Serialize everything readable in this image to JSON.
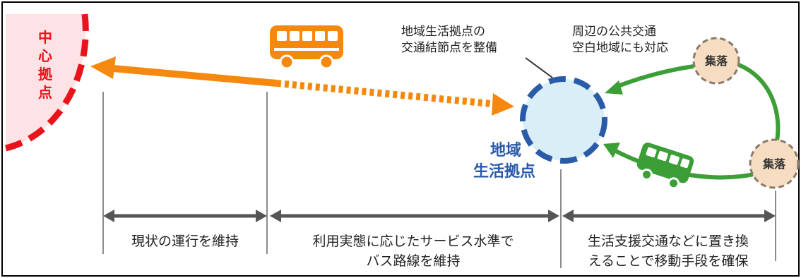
{
  "center_hub": {
    "label": "中心拠点"
  },
  "local_hub": {
    "label_line1": "地域",
    "label_line2": "生活拠点"
  },
  "callouts": {
    "node_line1": "地域生活拠点の",
    "node_line2": "交通結節点を整備",
    "area_line1": "周辺の公共交通",
    "area_line2": "空白地域にも対応"
  },
  "villages": [
    {
      "label": "集落"
    },
    {
      "label": "集落"
    }
  ],
  "segments": [
    {
      "line1": "現状の運行を維持",
      "line2": ""
    },
    {
      "line1": "利用実態に応じたサービス水準で",
      "line2": "バス路線を維持"
    },
    {
      "line1": "生活支援交通などに置き換",
      "line2": "えることで移動手段を確保"
    }
  ],
  "icons": {
    "route_bus": "bus-icon",
    "community_bus": "minibus-icon"
  },
  "colors": {
    "center_red": "#e8131b",
    "bus_orange": "#f5890f",
    "hub_blue": "#2a5ba8",
    "hub_fill": "#d9eef7",
    "green": "#3c9e36",
    "village_fill": "#f6dcc0",
    "range_gray": "#555555"
  }
}
